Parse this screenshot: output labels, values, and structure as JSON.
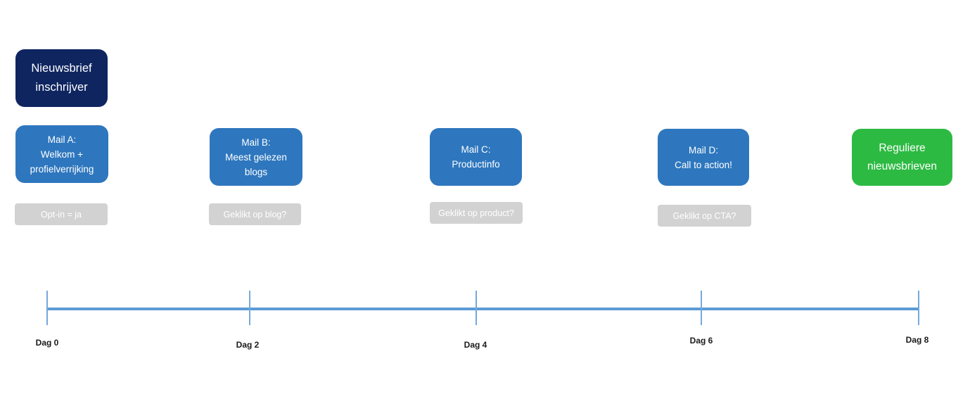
{
  "flow": {
    "entry": {
      "lines": [
        "Nieuwsbrief",
        "inschrijver"
      ]
    },
    "mails": [
      {
        "lines": [
          "Mail A:",
          "Welkom +",
          "profielverrijking"
        ],
        "condition": "Opt-in = ja"
      },
      {
        "lines": [
          "Mail B:",
          "Meest gelezen",
          "blogs"
        ],
        "condition": "Geklikt op blog?"
      },
      {
        "lines": [
          "Mail C:",
          "Productinfo"
        ],
        "condition": "Geklikt op product?"
      },
      {
        "lines": [
          "Mail D:",
          "Call to action!"
        ],
        "condition": "Geklikt op CTA?"
      }
    ],
    "outcome": {
      "lines": [
        "Reguliere",
        "nieuwsbrieven"
      ]
    }
  },
  "timeline": {
    "labels": [
      "Dag 0",
      "Dag 2",
      "Dag 4",
      "Dag 6",
      "Dag 8"
    ]
  },
  "colors": {
    "entry_bg": "#0F2560",
    "mail_bg": "#2E77BE",
    "condition_bg": "#D2D2D2",
    "condition_text": "#FFFFFF",
    "outcome_bg": "#2DBA43",
    "timeline_line": "#5B9BD5",
    "timeline_tick": "#74A9DB",
    "timeline_label_text": "#1A1A1A"
  }
}
